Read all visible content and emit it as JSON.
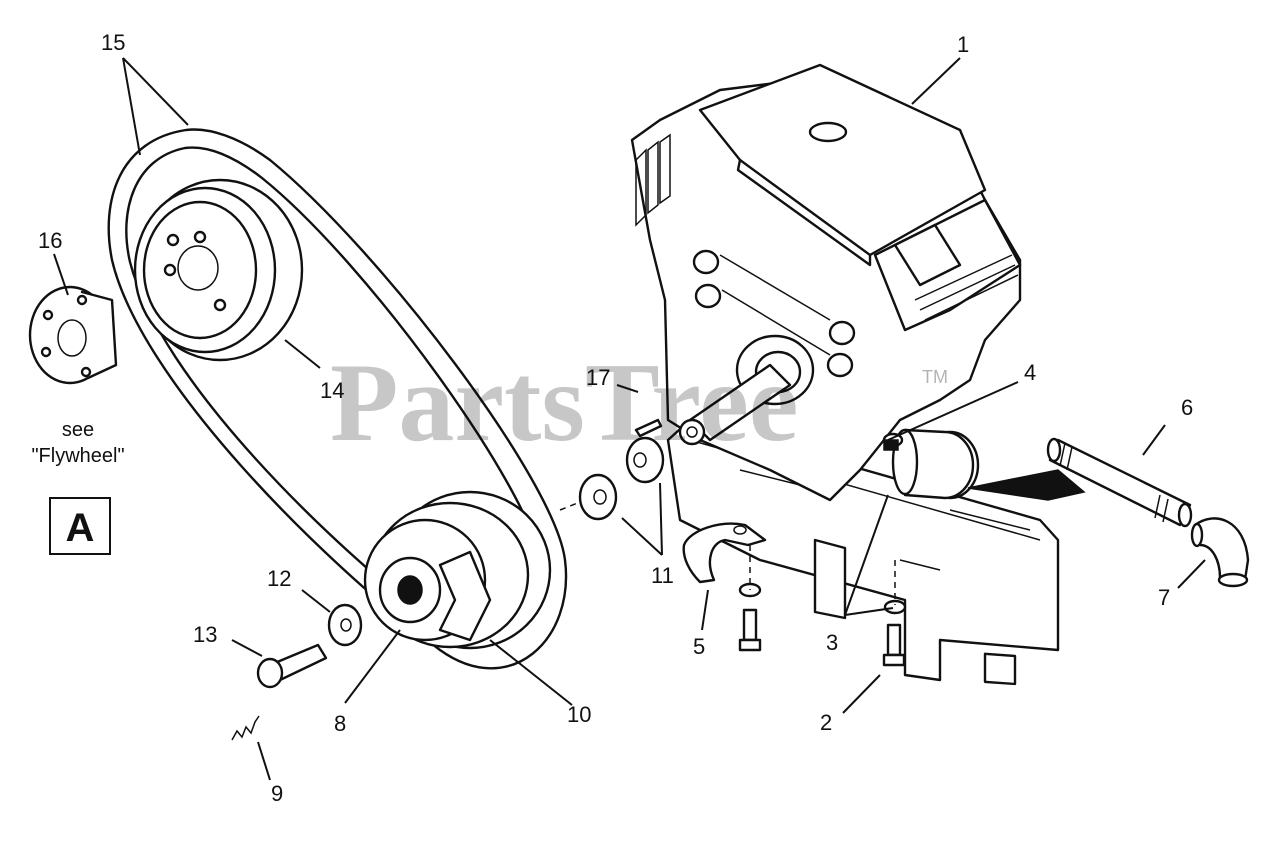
{
  "diagram": {
    "watermark": "PartsTree",
    "trademark": "TM",
    "section_letter": "A",
    "note_see": "see",
    "note_ref": "\"Flywheel\"",
    "callouts": [
      {
        "id": "c1",
        "label": "1"
      },
      {
        "id": "c2",
        "label": "2"
      },
      {
        "id": "c3",
        "label": "3"
      },
      {
        "id": "c4",
        "label": "4"
      },
      {
        "id": "c5",
        "label": "5"
      },
      {
        "id": "c6",
        "label": "6"
      },
      {
        "id": "c7",
        "label": "7"
      },
      {
        "id": "c8",
        "label": "8"
      },
      {
        "id": "c9",
        "label": "9"
      },
      {
        "id": "c10",
        "label": "10"
      },
      {
        "id": "c11",
        "label": "11"
      },
      {
        "id": "c12",
        "label": "12"
      },
      {
        "id": "c13",
        "label": "13"
      },
      {
        "id": "c14",
        "label": "14"
      },
      {
        "id": "c15",
        "label": "15"
      },
      {
        "id": "c16",
        "label": "16"
      },
      {
        "id": "c17",
        "label": "17"
      }
    ]
  }
}
